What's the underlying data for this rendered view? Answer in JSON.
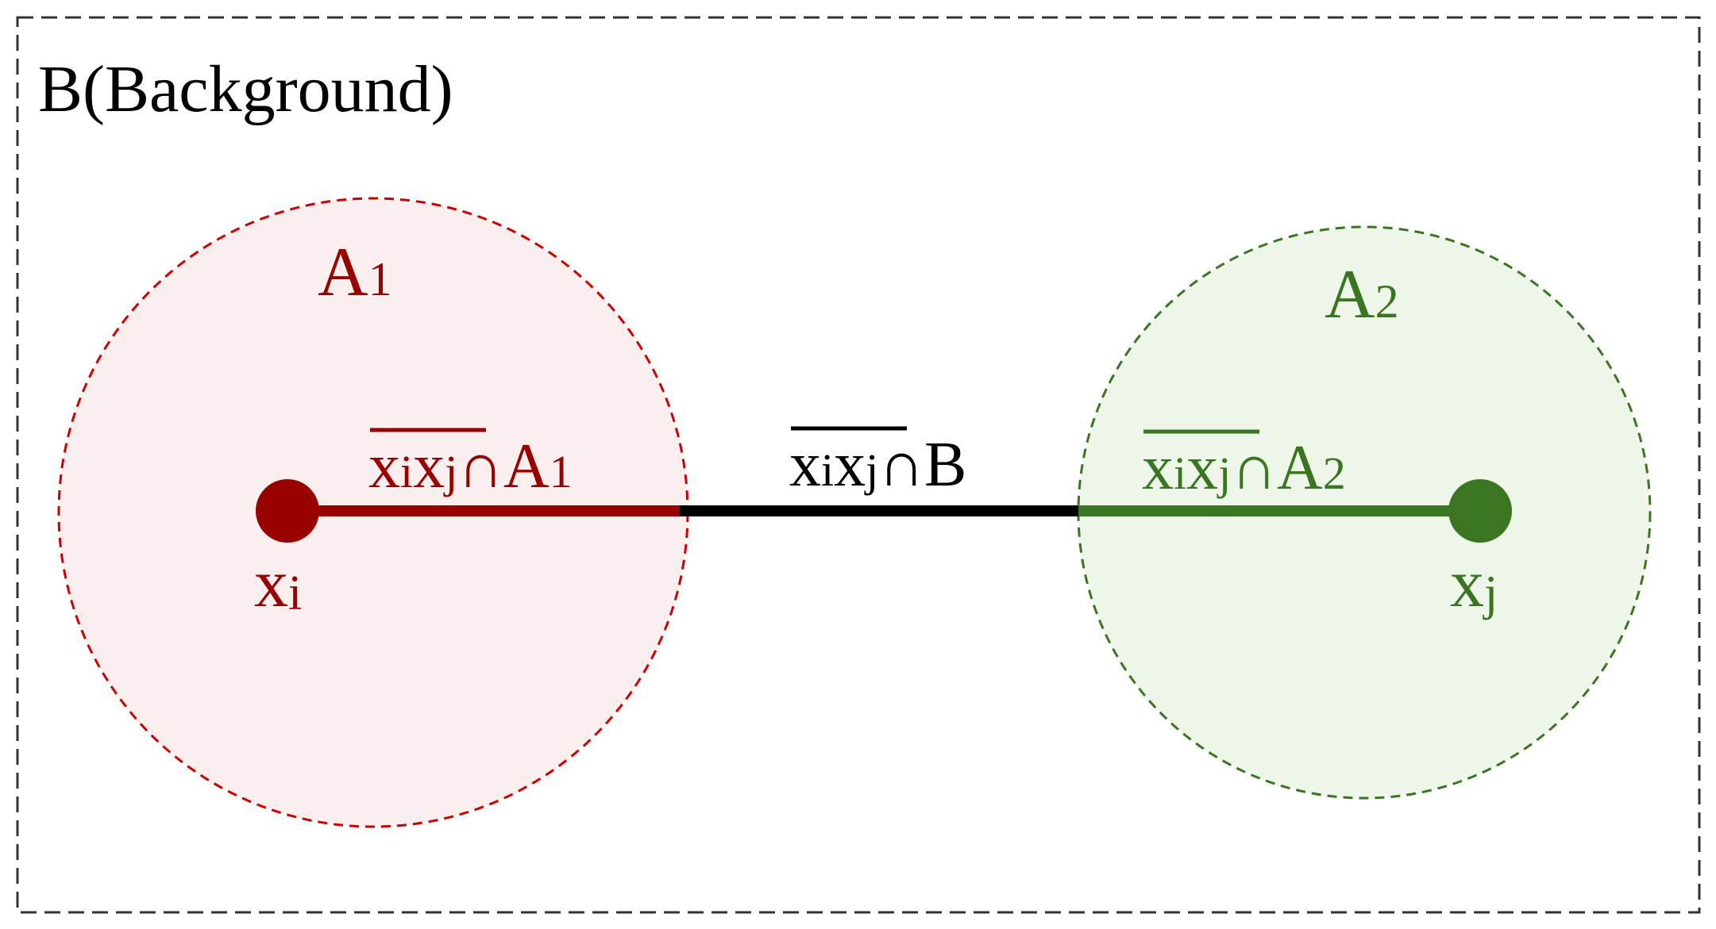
{
  "background": {
    "label": "B(Background)"
  },
  "region_a1": {
    "label": "A",
    "label_sub": "1"
  },
  "region_a2": {
    "label": "A",
    "label_sub": "2"
  },
  "point_i": {
    "label": "x",
    "label_sub": "i"
  },
  "point_j": {
    "label": "x",
    "label_sub": "j"
  },
  "segment_a1": {
    "x1": "x",
    "s1": "i",
    "x2": "x",
    "s2": "j",
    "op": "∩A",
    "op_sub": "1"
  },
  "segment_b": {
    "x1": "x",
    "s1": "i",
    "x2": "x",
    "s2": "j",
    "op": "∩B",
    "op_sub": ""
  },
  "segment_a2": {
    "x1": "x",
    "s1": "i",
    "x2": "x",
    "s2": "j",
    "op": "∩A",
    "op_sub": "2"
  },
  "colors": {
    "red": "#990000",
    "red_dash": "#cc0000",
    "red_fill": "#fbeeee",
    "green": "#3a7521",
    "green_fill": "#eef6ea",
    "black": "#000000",
    "frame": "#333333"
  }
}
